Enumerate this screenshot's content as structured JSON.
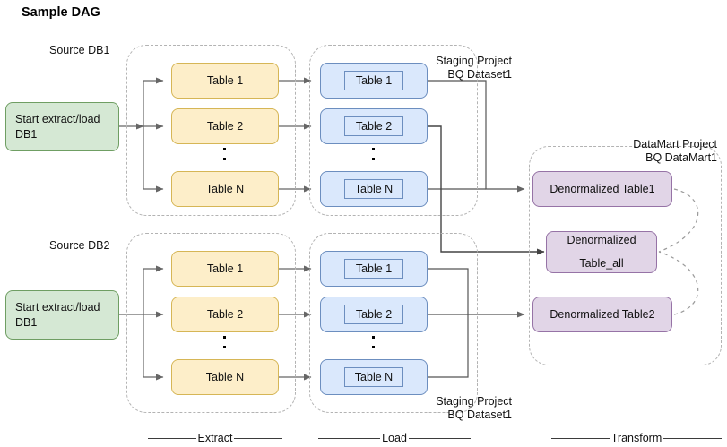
{
  "diagram": {
    "title": "Sample DAG",
    "source_labels": {
      "db1": "Source DB1",
      "db2": "Source DB2"
    },
    "start_nodes": [
      {
        "id": "start-db1",
        "label": "Start extract/load DB1"
      },
      {
        "id": "start-db2",
        "label": "Start extract/load DB1"
      }
    ],
    "extract_groups": [
      {
        "id": "extract-db1",
        "tables": [
          "Table 1",
          "Table 2",
          "Table N"
        ],
        "ellipsis": "••"
      },
      {
        "id": "extract-db2",
        "tables": [
          "Table 1",
          "Table 2",
          "Table N"
        ],
        "ellipsis": "••"
      }
    ],
    "load_groups": [
      {
        "id": "load-staging-1",
        "caption_line1": "Staging Project",
        "caption_line2": "BQ Dataset1",
        "tables": [
          "Table 1",
          "Table 2",
          "Table N"
        ]
      },
      {
        "id": "load-staging-2",
        "caption_line1": "Staging Project",
        "caption_line2": "BQ Dataset1",
        "tables": [
          "Table 1",
          "Table 2",
          "Table N"
        ]
      }
    ],
    "transform_group": {
      "id": "datamart",
      "caption_line1": "DataMart Project",
      "caption_line2": "BQ DataMart1",
      "nodes": [
        {
          "id": "denorm-table1",
          "label": "Denormalized Table1",
          "line1": "Denormalized Table1",
          "line2": ""
        },
        {
          "id": "denorm-table-all",
          "label": "Denormalized Table_all",
          "line1": "Denormalized",
          "line2": "Table_all"
        },
        {
          "id": "denorm-table2",
          "label": "Denormalized Table2",
          "line1": "Denormalized Table2",
          "line2": ""
        }
      ]
    },
    "phases": [
      {
        "id": "phase-extract",
        "label": "Extract"
      },
      {
        "id": "phase-load",
        "label": "Load"
      },
      {
        "id": "phase-transform",
        "label": "Transform"
      }
    ],
    "colors": {
      "green_fill": "#d5e8d4",
      "green_stroke": "#6f9e63",
      "yellow_fill": "#fdeec9",
      "yellow_stroke": "#d6b656",
      "blue_fill": "#dae8fc",
      "blue_stroke": "#6c8ebf",
      "purple_fill": "#e1d5e7",
      "purple_stroke": "#9673a6",
      "connector": "#666666",
      "dashed_container": "#b3b3b3"
    }
  }
}
